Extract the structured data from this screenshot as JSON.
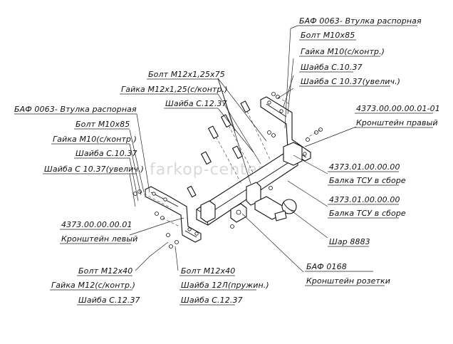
{
  "watermark": "farkop-center.ru",
  "labels": {
    "baf0063_right": "БАФ 0063- Втулка распорная",
    "bolt_m10x85_right": "Болт М10х85",
    "gaika_m10_right": "Гайка М10(с/контр.)",
    "shaiba_c1037_right": "Шайба С.10.37",
    "shaiba_c1037uv_right": "Шайба С 10.37(увелич.)",
    "bolt_m12x125x75": "Болт М12х1,25х75",
    "gaika_m12x125": "Гайка М12х1,25(с/контр.)",
    "shaiba_c1237_top": "Шайба С.12.37",
    "baf0063_left": "БАФ 0063- Втулка распорная",
    "bolt_m10x85_left": "Болт М10х85",
    "gaika_m10_left": "Гайка М10(с/контр.)",
    "shaiba_c1037_left": "Шайба С.10.37",
    "shaiba_c1037uv_left": "Шайба С 10.37(увелич.)",
    "kronshtein_pravyi_code": "4373.00.00.00.01-01",
    "kronshtein_pravyi": "Кронштейн правый",
    "balka_code_1": "4373.01.00.00.00",
    "balka_1": "Балка ТСУ в сборе",
    "balka_code_2": "4373.01.00.00.00",
    "balka_2": "Балка ТСУ в сборе",
    "shar": "Шар 8883",
    "kronshtein_levyi_code": "4373.00.00.00.01",
    "kronshtein_levyi": "Кронштейн левый",
    "baf0168": "БАФ 0168",
    "kronshtein_rozetki": "Кронштейн розетки",
    "bolt_m12x40_left": "Болт М12х40",
    "gaika_m12_left": "Гайка М12(с/контр.)",
    "shaiba_c1237_left": "Шайба С.12.37",
    "bolt_m12x40_mid": "Болт М12х40",
    "shaiba_12l": "Шайба 12Л(пружин.)",
    "shaiba_c1237_mid": "Шайба С.12.37"
  }
}
